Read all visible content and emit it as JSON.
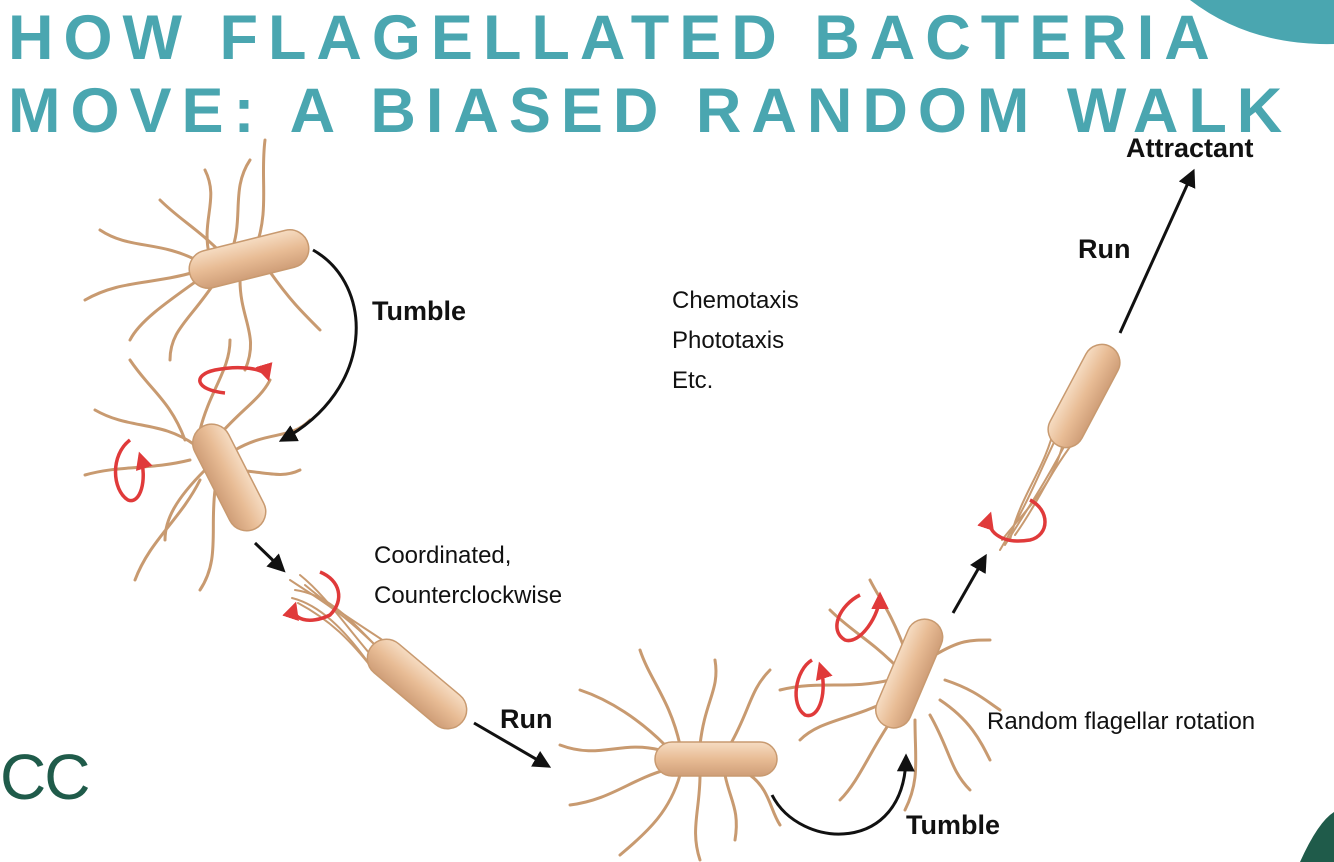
{
  "title": "HOW FLAGELLATED BACTERIA MOVE: A BIASED RANDOM WALK",
  "labels": {
    "tumble_top": "Tumble",
    "coordinated_1": "Coordinated,",
    "coordinated_2": "Counterclockwise",
    "run_bottom": "Run",
    "tumble_bottom": "Tumble",
    "random_rotation": "Random flagellar rotation",
    "run_top": "Run",
    "attractant": "Attractant",
    "chemotaxis": "Chemotaxis",
    "phototaxis": "Phototaxis",
    "etc": "Etc."
  },
  "logo_text": "CC",
  "colors": {
    "title": "#4aa6b0",
    "accent_blob": "#4aa6b0",
    "logo": "#1f5b4a",
    "bacteria": "#e8bc95",
    "flagella": "#c89a70",
    "rotation_arrow": "#e03a3a"
  }
}
